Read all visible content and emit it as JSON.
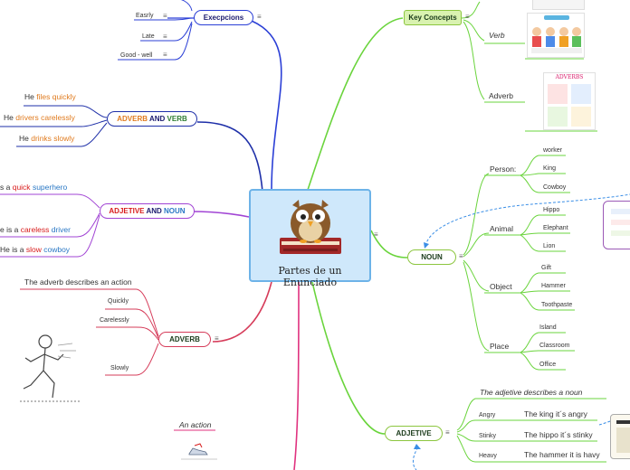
{
  "central": {
    "title": "Partes de un Enunciado",
    "menu": "≡"
  },
  "excepcions": {
    "label": "Execpcions",
    "items": [
      {
        "label": "Easrly",
        "menu": "≡"
      },
      {
        "label": "Late",
        "menu": "≡"
      },
      {
        "label": "Good - well",
        "menu": "≡"
      }
    ],
    "menu": "≡"
  },
  "adverb_and_verb": {
    "label_part1": "ADVERB",
    "label_and": "AND",
    "label_part2": "VERB",
    "sentences": [
      {
        "subject": "He",
        "colored": "files quickly"
      },
      {
        "subject": "He",
        "colored": "drivers carelessly"
      },
      {
        "subject": "He",
        "colored": "drinks slowly"
      }
    ]
  },
  "adjetive_and_noun": {
    "label_part1": "ADJETIVE",
    "label_and": "AND",
    "label_part2": "NOUN",
    "sentences": [
      {
        "prefix": "s a",
        "adj": "quick",
        "noun": "superhero"
      },
      {
        "prefix": "e is a",
        "adj": "careless",
        "noun": "driver"
      },
      {
        "prefix": "He is a",
        "adj": "slow",
        "noun": "cowboy"
      }
    ]
  },
  "adverb": {
    "label": "ADVERB",
    "menu": "≡",
    "description": "The adverb describes an action",
    "items": [
      "Quickly",
      "Carelessly",
      "Slowly"
    ]
  },
  "action": {
    "label": "An action"
  },
  "key_concepts": {
    "label": "Key Concepts",
    "menu": "≡",
    "items": [
      "Verb",
      "Adverb"
    ],
    "adverbs_card_title": "ADVERBS"
  },
  "noun": {
    "label": "NOUN",
    "menu": "≡",
    "groups": [
      {
        "label": "Person:",
        "items": [
          "worker",
          "King",
          "Cowboy"
        ]
      },
      {
        "label": "Animal",
        "items": [
          "Hippo",
          "Elephant",
          "Lion"
        ]
      },
      {
        "label": "Object",
        "items": [
          "Gift",
          "Hammer",
          "Toothpaste"
        ]
      },
      {
        "label": "Place",
        "items": [
          "Island",
          "Classroom",
          "Office"
        ]
      }
    ]
  },
  "adjetive": {
    "label": "ADJETIVE",
    "menu": "≡",
    "description": "The adjetive describes a noun",
    "items": [
      {
        "word": "Angry",
        "sentence": "The king it´s angry"
      },
      {
        "word": "Stinky",
        "sentence": "The hippo it´s stinky"
      },
      {
        "word": "Heavy",
        "sentence": "The hammer it is havy"
      }
    ]
  },
  "colors": {
    "blue_branch": "#2b3fd6",
    "orange_branch": "#e07b1f",
    "purple_branch": "#a144d4",
    "green_branch": "#6ad43c",
    "pink_branch": "#e0327f",
    "central_fill": "#cfe8fb",
    "central_border": "#6db3e8"
  }
}
